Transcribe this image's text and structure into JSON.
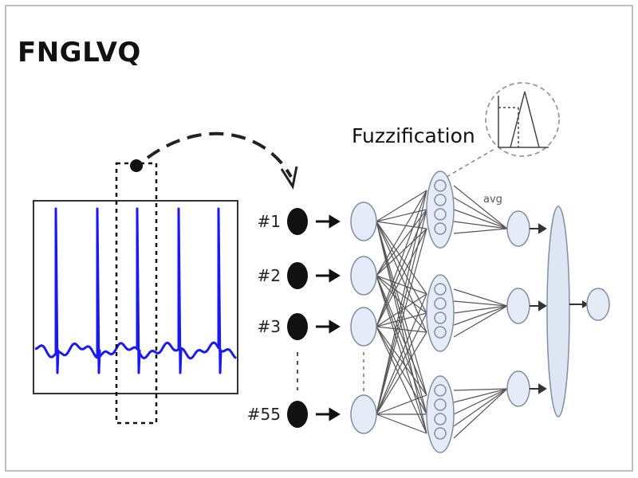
{
  "title": "FNGLVQ",
  "fuzzification_label": "Fuzzification",
  "avg_label": "avg",
  "input_labels": [
    "#1",
    "#2",
    "#3",
    "#55"
  ],
  "colors": {
    "signal": "#1a1aee",
    "node_fill": "#e6ecf7",
    "node_stroke": "#7f8fa6",
    "edge": "#555555",
    "frame": "#bdbdbd"
  }
}
